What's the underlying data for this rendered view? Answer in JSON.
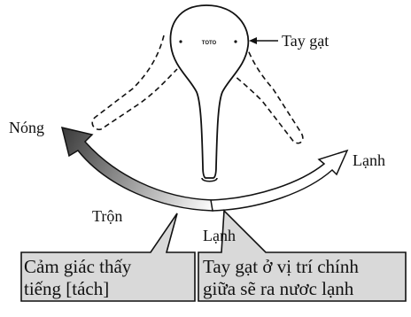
{
  "labels": {
    "handle": "Tay gạt",
    "hot": "Nóng",
    "cold_right": "Lạnh",
    "mix": "Trộn",
    "cold_bottom": "Lạnh"
  },
  "handle_logo": "TOTO",
  "callouts": {
    "click_line1": "Cảm giác thấy",
    "click_line2": "tiếng [tách]",
    "cold_line1": "Tay gạt ở vị trí chính",
    "cold_line2": "giữa sẽ ra nươc lạnh"
  },
  "colors": {
    "hot_arrow": "#4a4a4a",
    "callout_fill": "#d9d9d9",
    "outline": "#111111"
  }
}
